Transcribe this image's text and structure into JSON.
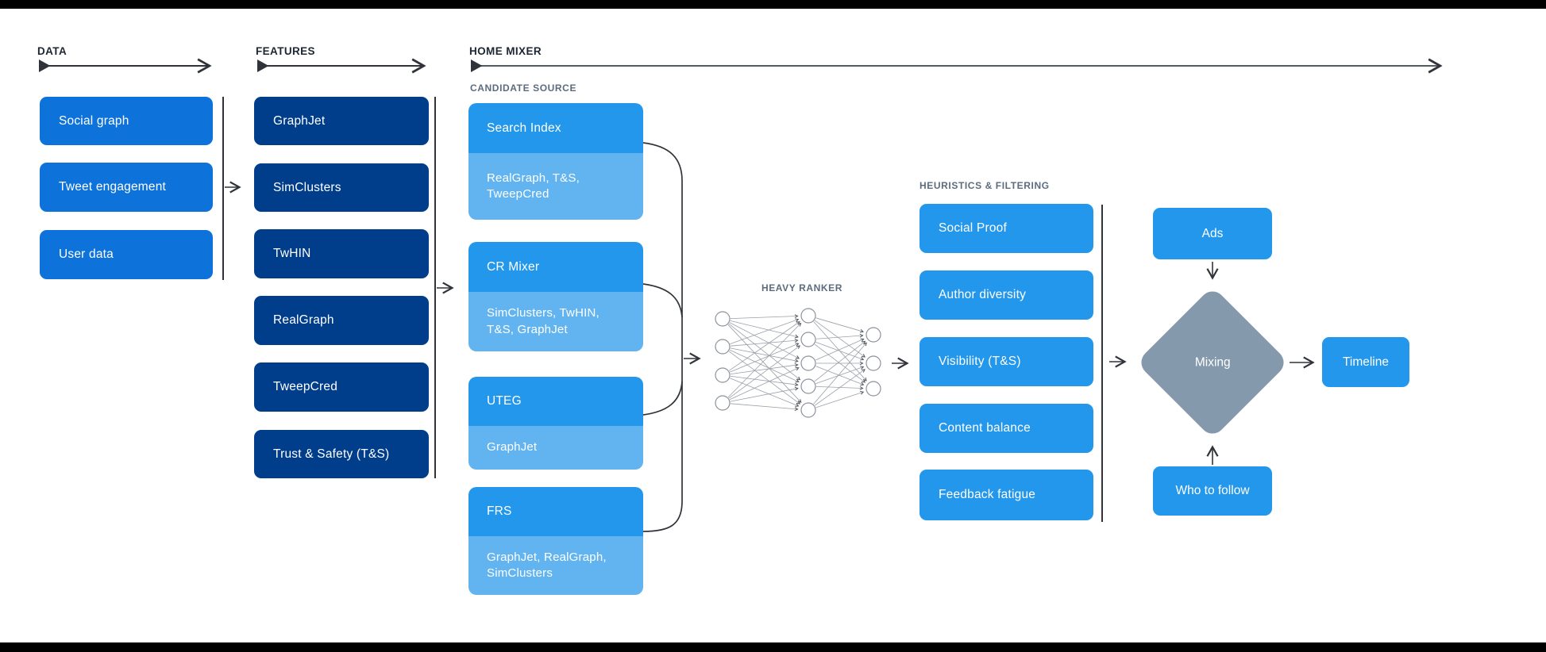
{
  "sections": {
    "data_label": "DATA",
    "features_label": "FEATURES",
    "home_mixer_label": "HOME MIXER"
  },
  "data_column": {
    "items": [
      "Social graph",
      "Tweet engagement",
      "User data"
    ]
  },
  "features_column": {
    "items": [
      "GraphJet",
      "SimClusters",
      "TwHIN",
      "RealGraph",
      "TweepCred",
      "Trust & Safety (T&S)"
    ]
  },
  "candidate_sources": {
    "label": "CANDIDATE SOURCE",
    "items": [
      {
        "name": "Search Index",
        "features": "RealGraph, T&S, TweepCred"
      },
      {
        "name": "CR Mixer",
        "features": "SimClusters, TwHIN, T&S, GraphJet"
      },
      {
        "name": "UTEG",
        "features": "GraphJet"
      },
      {
        "name": "FRS",
        "features": "GraphJet, RealGraph, SimClusters"
      }
    ]
  },
  "heavy_ranker": {
    "label": "HEAVY RANKER",
    "network": {
      "input_nodes": 4,
      "hidden_nodes": 5,
      "output_nodes": 3
    }
  },
  "heuristics": {
    "label": "HEURISTICS & FILTERING",
    "items": [
      "Social Proof",
      "Author diversity",
      "Visibility (T&S)",
      "Content balance",
      "Feedback fatigue"
    ]
  },
  "mixing_stage": {
    "ads": "Ads",
    "mixer": "Mixing",
    "who_to_follow": "Who to follow",
    "timeline": "Timeline"
  },
  "colors": {
    "box_blue": "#0d72d9",
    "navy": "#003e8c",
    "azure": "#2397ec",
    "azure_light": "#62b4f1",
    "diamond_gray": "#8499ab",
    "ink": "#1c2733",
    "muted": "#5c6c7e",
    "line": "#30343a",
    "background": "#ffffff",
    "bar": "#000000"
  }
}
